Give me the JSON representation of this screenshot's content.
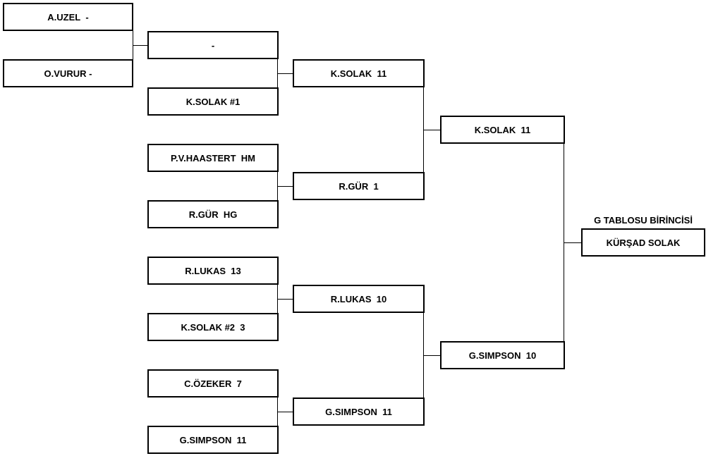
{
  "title": "G TABLOSU BİRİNCİSİ",
  "preliminary": [
    {
      "name": "A.UZEL",
      "score": "-"
    },
    {
      "name": "O.VURUR",
      "score": "-"
    }
  ],
  "round1": [
    {
      "name": "",
      "score": "-"
    },
    {
      "name": "K.SOLAK #1",
      "score": ""
    },
    {
      "name": "P.V.HAASTERT",
      "score": "HM"
    },
    {
      "name": "R.GÜR",
      "score": "HG"
    },
    {
      "name": "R.LUKAS",
      "score": "13"
    },
    {
      "name": "K.SOLAK #2",
      "score": "3"
    },
    {
      "name": "C.ÖZEKER",
      "score": "7"
    },
    {
      "name": "G.SIMPSON",
      "score": "11"
    }
  ],
  "round2": [
    {
      "name": "K.SOLAK",
      "score": "11"
    },
    {
      "name": "R.GÜR",
      "score": "1"
    },
    {
      "name": "R.LUKAS",
      "score": "10"
    },
    {
      "name": "G.SIMPSON",
      "score": "11"
    }
  ],
  "round3": [
    {
      "name": "K.SOLAK",
      "score": "11"
    },
    {
      "name": "G.SIMPSON",
      "score": "10"
    }
  ],
  "champion": "KÜRŞAD SOLAK"
}
